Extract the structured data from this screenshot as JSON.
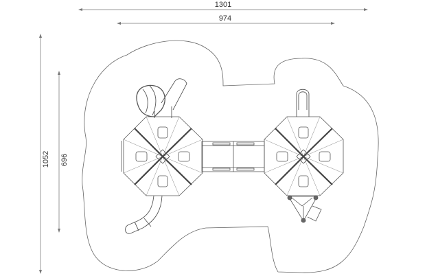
{
  "dimensions": {
    "overall_width": "1301",
    "equipment_width": "974",
    "overall_depth": "1052",
    "equipment_depth": "696"
  },
  "colors": {
    "line": "#555555",
    "dim_line": "#999999"
  }
}
